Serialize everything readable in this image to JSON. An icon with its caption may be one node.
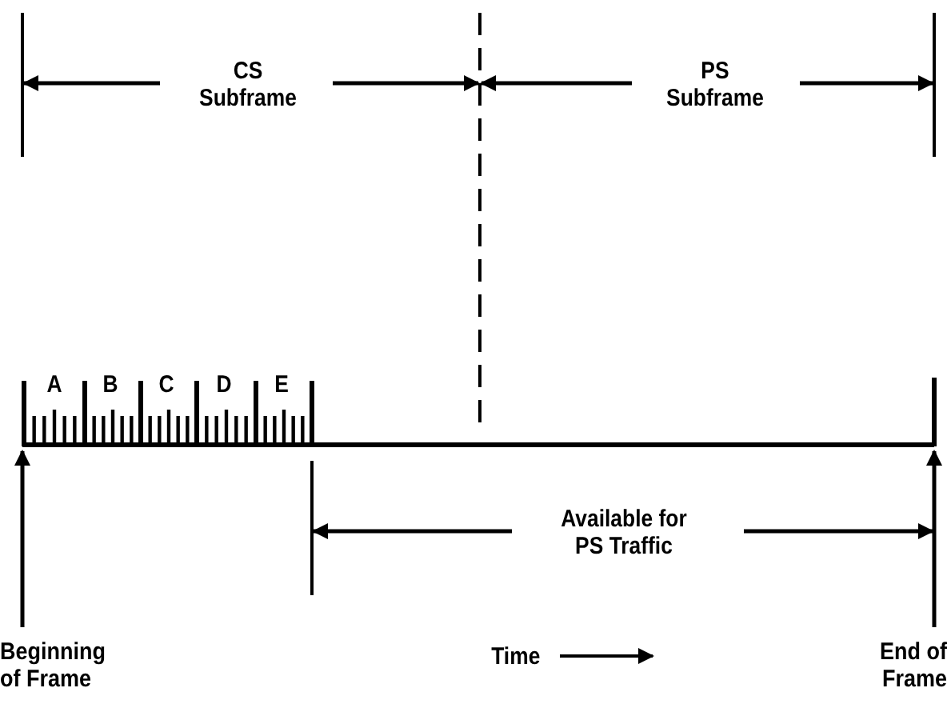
{
  "diagram": {
    "nodes": [
      {
        "text": [
          "Beginning of Frame"
        ]
      },
      {
        "text": [
          "End of Frame"
        ]
      }
    ],
    "edges": [
      {
        "from": 0,
        "to": null,
        "arrow": "to"
      },
      {
        "from": 1,
        "to": null,
        "arrow": "to"
      }
    ],
    "labels": [
      "CS Subframe",
      "PS Subframe",
      "A",
      "B",
      "C",
      "D",
      "E",
      "Available for PS Traffic",
      "Time"
    ]
  }
}
